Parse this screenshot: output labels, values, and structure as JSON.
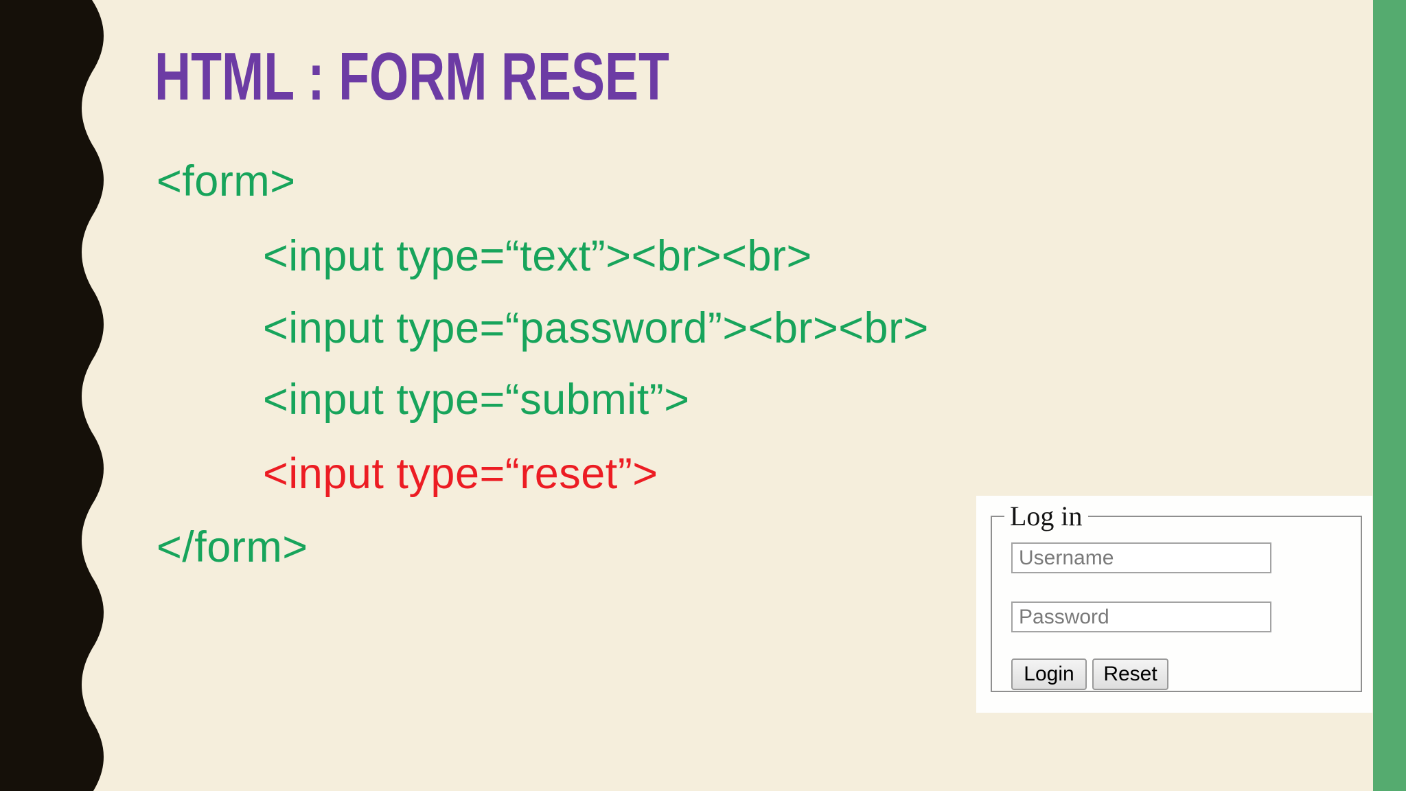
{
  "slide": {
    "title": "HTML : FORM RESET",
    "code": {
      "lines": [
        {
          "text": "<form>",
          "color": "#17A45B",
          "indent": false
        },
        {
          "text": "<input type=“text”><br><br>",
          "color": "#17A45B",
          "indent": true
        },
        {
          "text": "<input type=“password”><br><br>",
          "color": "#17A45B",
          "indent": true
        },
        {
          "text": "<input type=“submit”>",
          "color": "#17A45B",
          "indent": true
        },
        {
          "text": "<input type=“reset”>",
          "color": "#EC1C23",
          "indent": true
        },
        {
          "text": "</form>",
          "color": "#17A45B",
          "indent": false
        }
      ]
    },
    "colors": {
      "title": "#6C3BA4",
      "background": "#F5EEDC",
      "left_wave": "#151009",
      "right_strip": "#55AB6F",
      "code_green": "#17A45B",
      "code_red": "#EC1C23"
    }
  },
  "login_demo": {
    "legend": "Log in",
    "username_placeholder": "Username",
    "password_placeholder": "Password",
    "login_button": "Login",
    "reset_button": "Reset"
  }
}
